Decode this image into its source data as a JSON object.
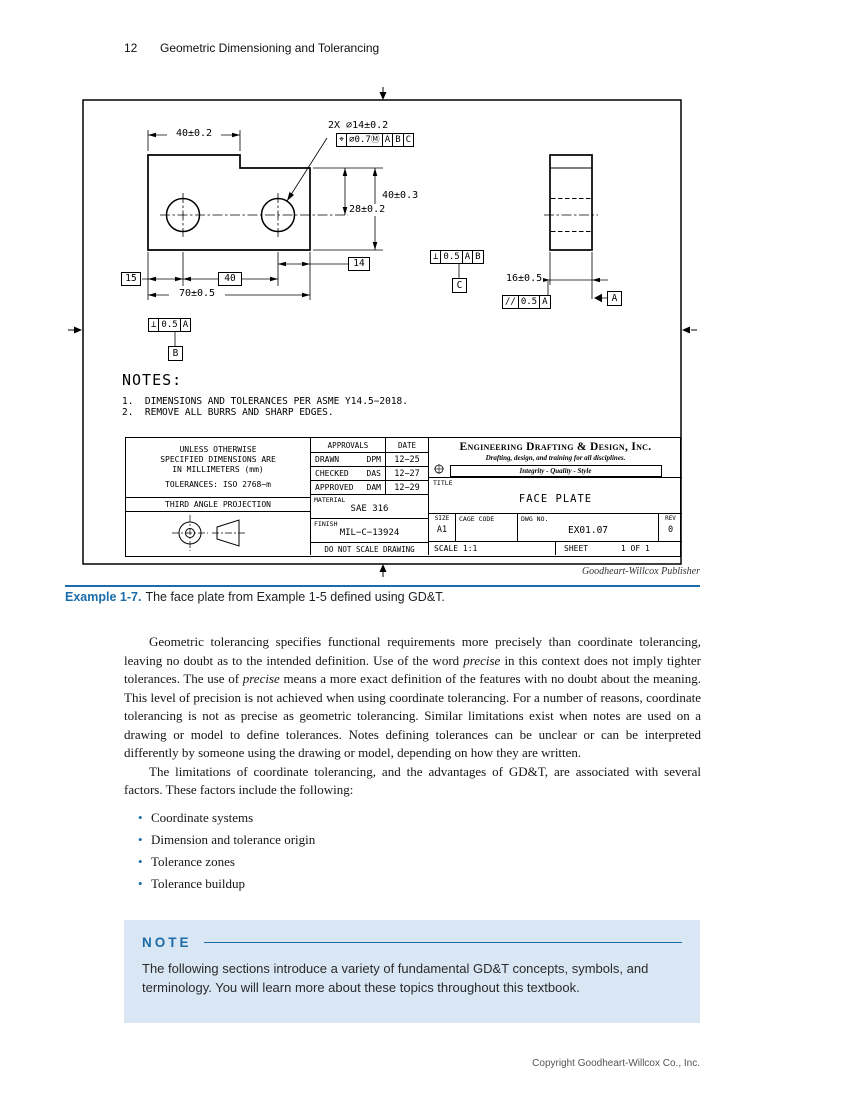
{
  "theme": {
    "accent": "#1b6ca8",
    "note_bg": "#d9e6f3"
  },
  "page": {
    "number": "12",
    "running_title": "Geometric Dimensioning and Tolerancing",
    "copyright": "Copyright Goodheart-Willcox Co., Inc."
  },
  "figure": {
    "publisher": "Goodheart-Willcox Publisher",
    "caption_label": "Example 1-7.",
    "caption_text": "The face plate from Example 1-5 defined using GD&T.",
    "drawing": {
      "notes_title": "NOTES:",
      "notes": [
        "1.  DIMENSIONS AND TOLERANCES PER ASME Y14.5−2018.",
        "2.  REMOVE ALL BURRS AND SHARP EDGES."
      ],
      "dims": {
        "width_top": "40±0.2",
        "holes_note": "2X ∅14±0.2",
        "height_right": "40±0.3",
        "hole_height": "28±0.2",
        "basic_14": "14",
        "basic_15": "15",
        "basic_40": "40",
        "width_overall": "70±0.5",
        "thickness": "16±0.5"
      },
      "fcf_position": {
        "symbol": "⌖",
        "tolerance": "∅0.7Ⓜ",
        "datum_1": "A",
        "datum_2": "B",
        "datum_3": "C"
      },
      "fcf_perp_right": {
        "symbol": "⊥",
        "tolerance": "0.5",
        "datum_1": "A",
        "datum_2": "B"
      },
      "fcf_perp_left": {
        "symbol": "⊥",
        "tolerance": "0.5",
        "datum_1": "A"
      },
      "fcf_parallelism": {
        "symbol": "//",
        "tolerance": "0.5",
        "datum_1": "A"
      },
      "datum_labels": {
        "a": "A",
        "b": "B",
        "c": "C"
      }
    },
    "title_block": {
      "spec_line_1": "UNLESS OTHERWISE",
      "spec_line_2": "SPECIFIED DIMENSIONS ARE",
      "spec_line_3": "IN MILLIMETERS (mm)",
      "tolerances": "TOLERANCES: ISO 2768−m",
      "projection": "THIRD ANGLE PROJECTION",
      "approvals_header": "APPROVALS",
      "date_header": "DATE",
      "drawn_label": "DRAWN",
      "drawn_name": "DPM",
      "drawn_date": "12−25",
      "checked_label": "CHECKED",
      "checked_name": "DAS",
      "checked_date": "12−27",
      "approved_label": "APPROVED",
      "approved_name": "DAM",
      "approved_date": "12−29",
      "material_label": "MATERIAL",
      "material_value": "SAE 316",
      "finish_label": "FINISH",
      "finish_value": "MIL−C−13924",
      "no_scale": "DO NOT SCALE DRAWING",
      "company_name": "Engineering Drafting & Design, Inc.",
      "company_tagline": "Drafting, design, and training for all disciplines.",
      "company_motto": "Integrity - Quality - Style",
      "title_label": "TITLE",
      "title_value": "FACE PLATE",
      "size_label": "SIZE",
      "size_value": "A1",
      "cage_label": "CAGE CODE",
      "dwg_label": "DWG NO.",
      "dwg_value": "EX01.07",
      "rev_label": "REV",
      "rev_value": "0",
      "scale": "SCALE 1:1",
      "sheet_label": "SHEET",
      "sheet_value": "1 OF 1"
    }
  },
  "body": {
    "para1": {
      "s0": "Geometric tolerancing specifies functional requirements more precisely than coordinate tolerancing, leaving no doubt as to the intended definition. Use of the word ",
      "s1": "precise",
      "s2": " in this context does not imply tighter tolerances. The use of ",
      "s3": "precise",
      "s4": " means a more exact definition of the features with no doubt about the meaning. This level of precision is not achieved when using coordinate tolerancing. For a number of reasons, coordinate tolerancing is not as precise as geometric tolerancing. Similar limitations exist when notes are used on a drawing or model to define tolerances. Notes defining tolerances can be unclear or can be interpreted differently by someone using the drawing or model, depending on how they are written."
    },
    "para2": "The limitations of coordinate tolerancing, and the advantages of GD&T, are associated with several factors. These factors include the following:",
    "bullets": [
      "Coordinate systems",
      "Dimension and tolerance origin",
      "Tolerance zones",
      "Tolerance buildup"
    ]
  },
  "note_box": {
    "label": "NOTE",
    "text": "The following sections introduce a variety of fundamental GD&T concepts, symbols, and terminology. You will learn more about these topics throughout this textbook."
  }
}
